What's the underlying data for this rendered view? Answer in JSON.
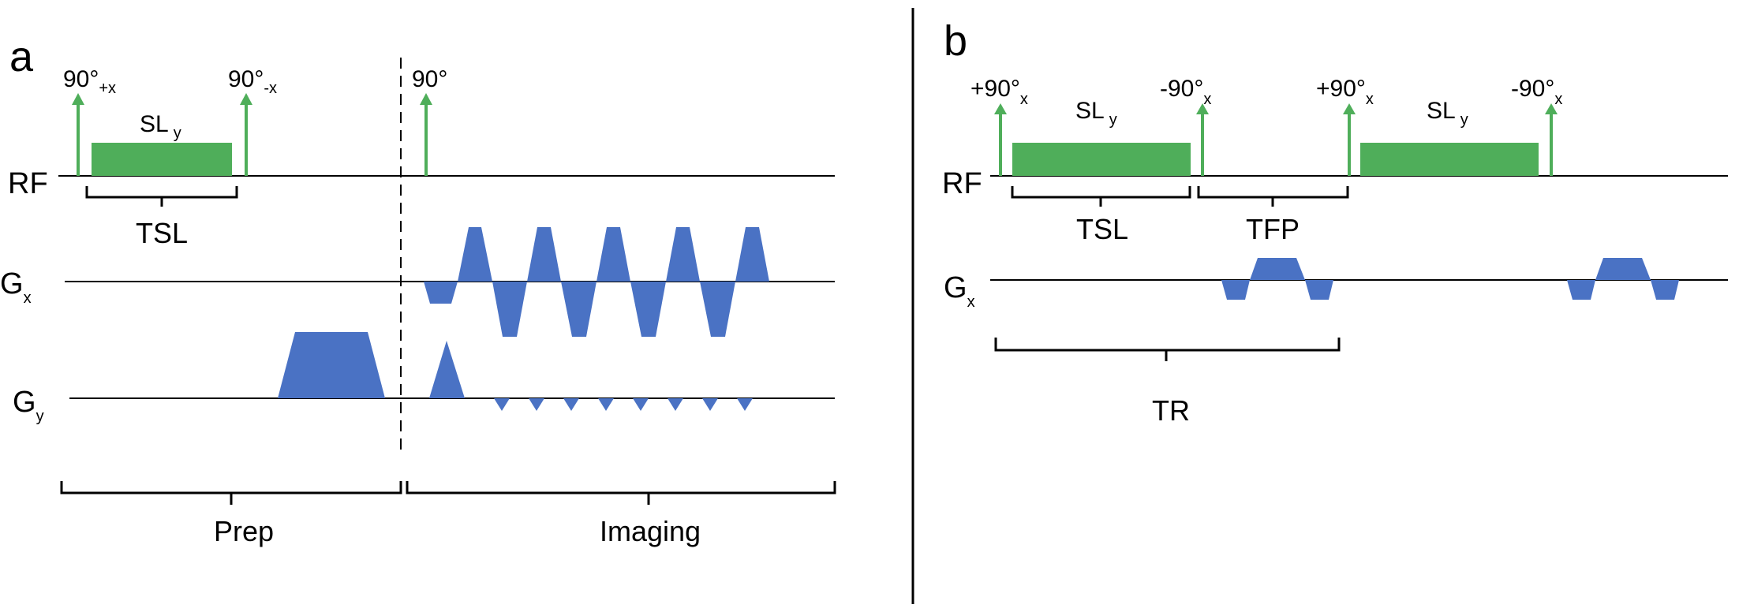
{
  "colors": {
    "rf": "#4fae5a",
    "gradient": "#4a72c4",
    "line": "#000000"
  },
  "panel_a": {
    "label": "a",
    "axes": {
      "rf": "RF",
      "gx": "G",
      "gx_sub": "x",
      "gy": "G",
      "gy_sub": "y"
    },
    "pulses": {
      "p1": "90°",
      "p1_sub": "+x",
      "p2": "90°",
      "p2_sub": "-x",
      "p3": "90°"
    },
    "spin_lock": {
      "label": "SL",
      "sub": "y"
    },
    "brackets": {
      "tsl": "TSL",
      "prep": "Prep",
      "imaging": "Imaging"
    }
  },
  "panel_b": {
    "label": "b",
    "axes": {
      "rf": "RF",
      "gx": "G",
      "gx_sub": "x"
    },
    "pulses": {
      "p1": "+90°",
      "p1_sub": "x",
      "p2": "-90°",
      "p2_sub": "x",
      "p3": "+90°",
      "p3_sub": "x",
      "p4": "-90°",
      "p4_sub": "x"
    },
    "spin_lock_1": {
      "label": "SL",
      "sub": "y"
    },
    "spin_lock_2": {
      "label": "SL",
      "sub": "y"
    },
    "brackets": {
      "tsl": "TSL",
      "tfp": "TFP",
      "tr": "TR"
    }
  }
}
